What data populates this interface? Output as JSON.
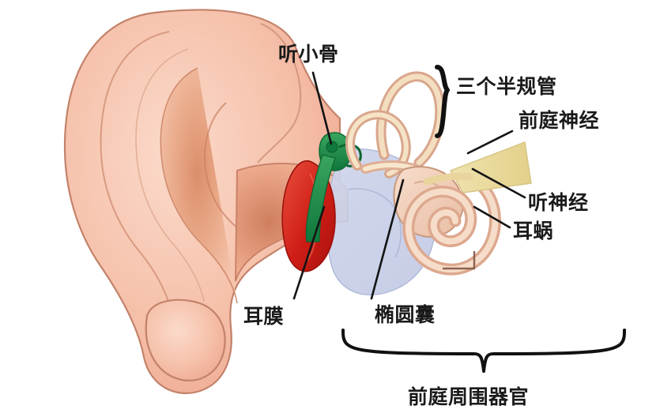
{
  "figure": {
    "subject": "ear-anatomy-diagram",
    "background_color": "#ffffff",
    "label_color": "#1a1a1a",
    "leader_line_color": "#141414"
  },
  "labels": {
    "ossicles": "听小骨",
    "semicircular_canals": "三个半规管",
    "vestibular_nerve": "前庭神经",
    "auditory_nerve": "听神经",
    "cochlea": "耳蜗",
    "eardrum": "耳膜",
    "utricle": "椭圆囊",
    "peripheral_vestibular_organs": "前庭周围器官"
  },
  "anatomy_colors": {
    "pinna_skin": "#f4b9a6",
    "pinna_skin_light": "#fbd8c8",
    "ear_canal_shadow": "#d98a6e",
    "eardrum_red": "#d8261e",
    "ossicles_green": "#1f8a46",
    "middle_ear_cavity": "#c9cfe6",
    "inner_ear_bone": "#f0cdb8",
    "cochlea_spiral": "#e8bba6",
    "nerve_yellow": "#ead89a",
    "outline": "#b07a65"
  }
}
